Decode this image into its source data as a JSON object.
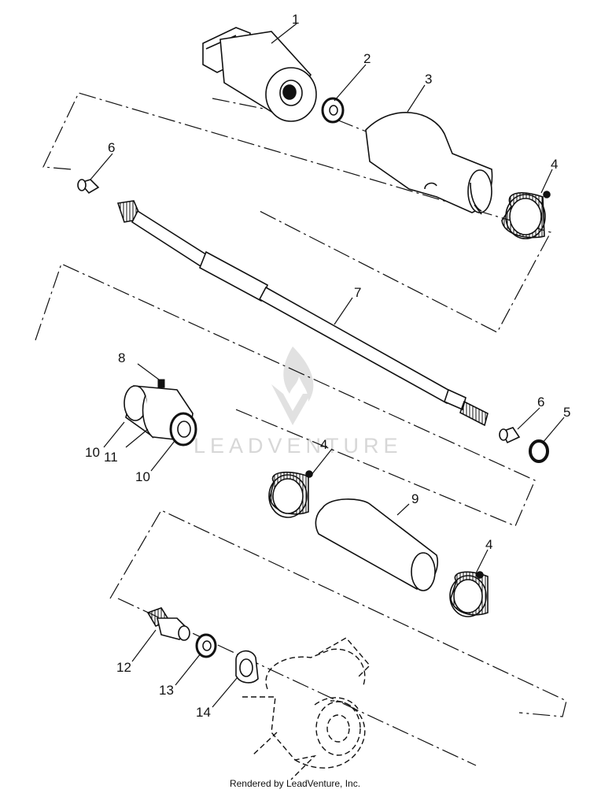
{
  "callouts": [
    "1",
    "2",
    "3",
    "4",
    "4",
    "4",
    "5",
    "6",
    "6",
    "7",
    "8",
    "9",
    "10",
    "11",
    "10",
    "12",
    "13",
    "14"
  ],
  "watermark": "LEADVENTURE",
  "credit": "Rendered by LeadVenture, Inc.",
  "colors": {
    "ink": "#111111",
    "watermark": "#d3d3d3",
    "background": "#ffffff"
  }
}
